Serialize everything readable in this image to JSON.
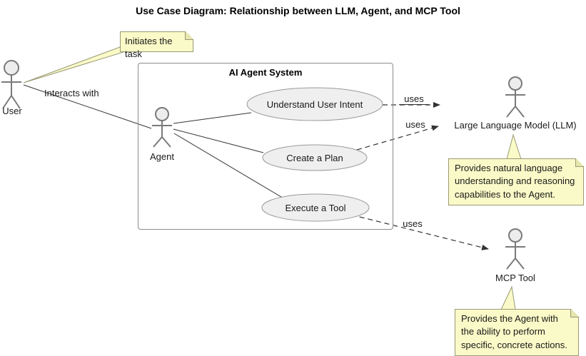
{
  "title": "Use Case Diagram: Relationship between LLM, Agent, and MCP Tool",
  "colors": {
    "note_bg": "#fafac8",
    "note_border": "#999977",
    "ellipse_fill": "#efefef",
    "ellipse_stroke": "#999999",
    "actor_stroke": "#7a7a7a",
    "line_color": "#333333"
  },
  "system": {
    "title": "AI Agent System"
  },
  "actors": {
    "user": {
      "label": "User"
    },
    "agent": {
      "label": "Agent"
    },
    "llm": {
      "label": "Large Language Model (LLM)"
    },
    "mcp": {
      "label": "MCP Tool"
    }
  },
  "use_cases": [
    {
      "label": "Understand User Intent"
    },
    {
      "label": "Create a Plan"
    },
    {
      "label": "Execute a Tool"
    }
  ],
  "edges": {
    "interacts_label": "Interacts with",
    "uses_labels": [
      "uses",
      "uses",
      "uses"
    ]
  },
  "notes": {
    "initiates": {
      "text": "Initiates the task"
    },
    "llm": {
      "lines": [
        "Provides natural language",
        "understanding and reasoning",
        "capabilities to the Agent."
      ]
    },
    "mcp": {
      "lines": [
        "Provides the Agent with",
        "the ability to perform",
        "specific, concrete actions."
      ]
    }
  }
}
